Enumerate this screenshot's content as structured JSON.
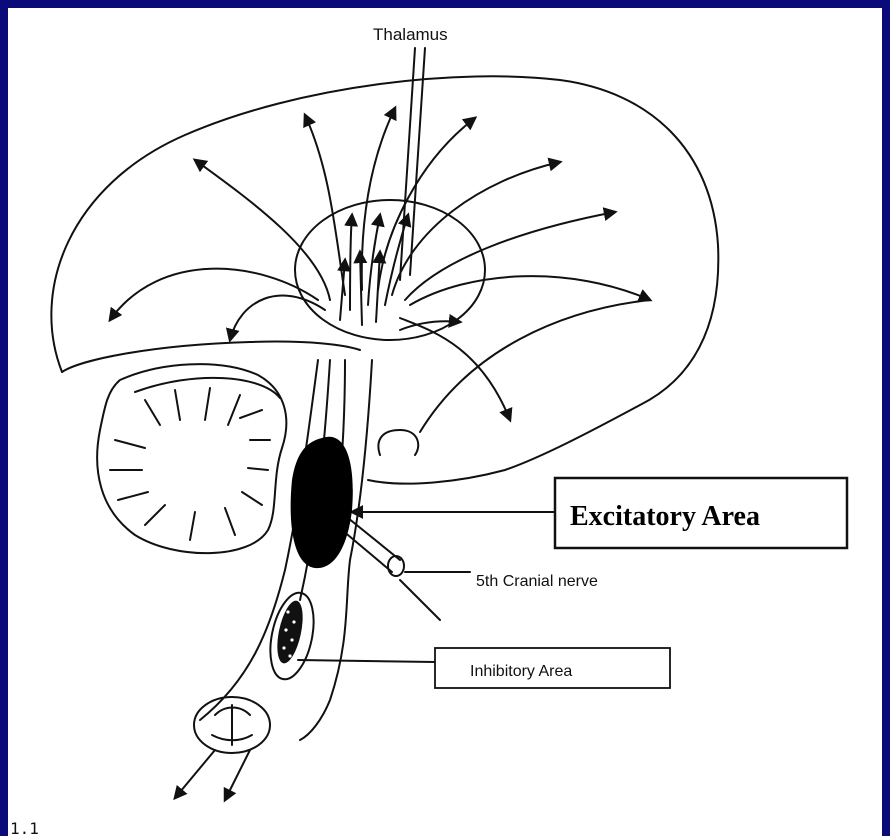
{
  "diagram": {
    "labels": {
      "thalamus": "Thalamus",
      "excitatory_area": "Excitatory Area",
      "cranial_nerve": "5th Cranial nerve",
      "inhibitory_area": "Inhibitory Area",
      "bottom_fragment": "1.1 "
    },
    "colors": {
      "background": "#0a0a7a",
      "paper": "#ffffff",
      "ink": "#111111"
    }
  }
}
